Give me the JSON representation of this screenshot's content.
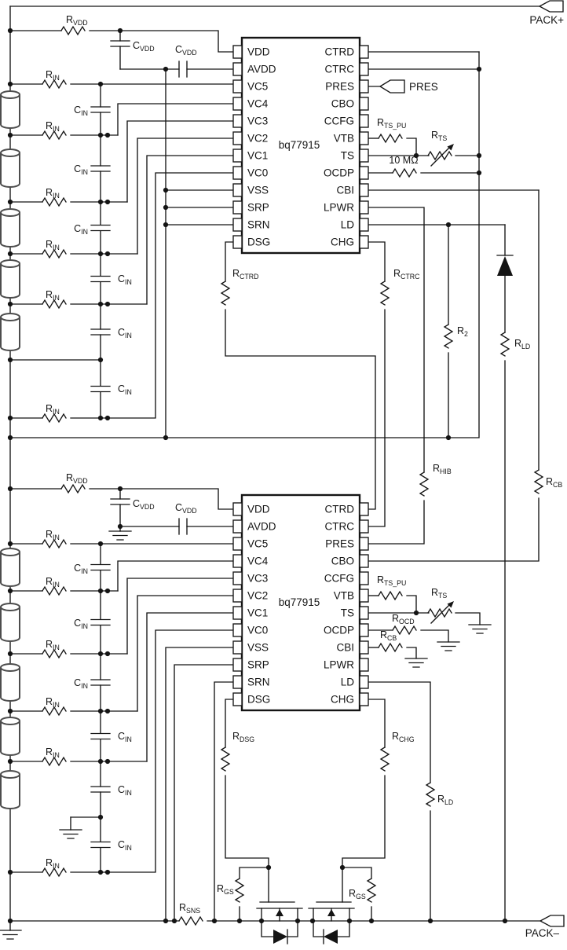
{
  "connectors": {
    "pack_plus": "PACK+",
    "pack_minus": "PACK–",
    "pres_flag": "PRES"
  },
  "ics": [
    {
      "part": "bq77915",
      "left_pins": [
        "VDD",
        "AVDD",
        "VC5",
        "VC4",
        "VC3",
        "VC2",
        "VC1",
        "VC0",
        "VSS",
        "SRP",
        "SRN",
        "DSG"
      ],
      "right_pins": [
        "CTRD",
        "CTRC",
        "PRES",
        "CBO",
        "CCFG",
        "VTB",
        "TS",
        "OCDP",
        "CBI",
        "LPWR",
        "LD",
        "CHG"
      ]
    },
    {
      "part": "bq77915",
      "left_pins": [
        "VDD",
        "AVDD",
        "VC5",
        "VC4",
        "VC3",
        "VC2",
        "VC1",
        "VC0",
        "VSS",
        "SRP",
        "SRN",
        "DSG"
      ],
      "right_pins": [
        "CTRD",
        "CTRC",
        "PRES",
        "CBO",
        "CCFG",
        "VTB",
        "TS",
        "OCDP",
        "CBI",
        "LPWR",
        "LD",
        "CHG"
      ]
    }
  ],
  "labels": {
    "r_vdd": {
      "base": "R",
      "sub": "VDD"
    },
    "c_vdd": {
      "base": "C",
      "sub": "VDD"
    },
    "r_in": {
      "base": "R",
      "sub": "IN"
    },
    "c_in": {
      "base": "C",
      "sub": "IN"
    },
    "r_ts_pu": {
      "base": "R",
      "sub": "TS_PU"
    },
    "r_ts": {
      "base": "R",
      "sub": "TS"
    },
    "r_ctrd": {
      "base": "R",
      "sub": "CTRD"
    },
    "r_ctrc": {
      "base": "R",
      "sub": "CTRC"
    },
    "r_2": {
      "base": "R",
      "sub": "2"
    },
    "r_ld": {
      "base": "R",
      "sub": "LD"
    },
    "r_cb": {
      "base": "R",
      "sub": "CB"
    },
    "r_hib": {
      "base": "R",
      "sub": "HIB"
    },
    "r_ocd": {
      "base": "R",
      "sub": "OCD"
    },
    "r_dsg": {
      "base": "R",
      "sub": "DSG"
    },
    "r_chg": {
      "base": "R",
      "sub": "CHG"
    },
    "r_gs": {
      "base": "R",
      "sub": "GS"
    },
    "r_sns": {
      "base": "R",
      "sub": "SNS"
    },
    "ten_megohm": "10 MΩ"
  }
}
